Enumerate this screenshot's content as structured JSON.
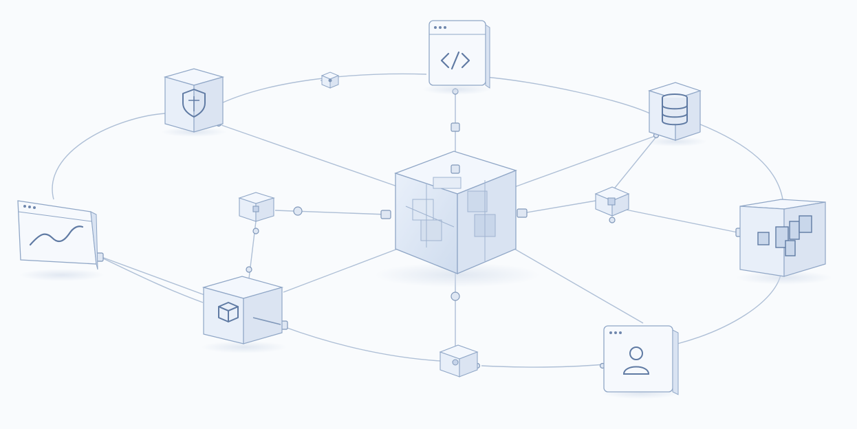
{
  "diagram": {
    "background": "#f9fbfd",
    "colors": {
      "line": "#aebfd6",
      "face_front": "#e8eff9",
      "face_top": "#f3f7fd",
      "face_side": "#d9e3f2",
      "edge": "#8fa6c6",
      "icon": "#5f7aa3",
      "connector": "#7f97b9"
    },
    "nodes": [
      {
        "id": "hub",
        "kind": "central-cube",
        "icon": "modular-core-icon"
      },
      {
        "id": "code",
        "kind": "browser-window",
        "icon": "code-brackets-icon"
      },
      {
        "id": "security",
        "kind": "cube",
        "icon": "shield-icon"
      },
      {
        "id": "database",
        "kind": "cube",
        "icon": "database-icon"
      },
      {
        "id": "analytics",
        "kind": "browser-window",
        "icon": "line-chart-icon"
      },
      {
        "id": "services",
        "kind": "cube",
        "icon": "package-box-icon"
      },
      {
        "id": "user",
        "kind": "panel",
        "icon": "user-icon"
      },
      {
        "id": "storage",
        "kind": "cube",
        "icon": "bar-blocks-icon"
      },
      {
        "id": "relay-left",
        "kind": "small-cube",
        "icon": "node-icon"
      },
      {
        "id": "relay-right",
        "kind": "small-cube",
        "icon": "node-icon"
      },
      {
        "id": "relay-bottom",
        "kind": "small-cube",
        "icon": "node-icon"
      },
      {
        "id": "relay-top",
        "kind": "small-cube",
        "icon": "node-icon"
      }
    ]
  }
}
